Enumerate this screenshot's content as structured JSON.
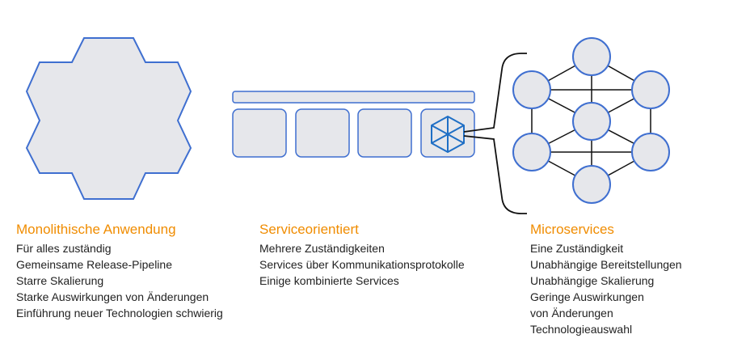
{
  "colors": {
    "accent": "#f08c00",
    "outline": "#3f6fd0",
    "fill": "#e6e7eb",
    "icon": "#1f6fc5",
    "text": "#222222"
  },
  "monolith": {
    "title": "Monolithische Anwendung",
    "lines": [
      "Für alles zuständig",
      "Gemeinsame Release-Pipeline",
      "Starre Skalierung",
      "Starke Auswirkungen von Änderungen",
      "Einführung neuer Technologien schwierig"
    ]
  },
  "soa": {
    "title": "Serviceorientiert",
    "lines": [
      "Mehrere Zuständigkeiten",
      "Services über Kommunikationsprotokolle",
      "Einige kombinierte Services"
    ]
  },
  "microservices": {
    "title": "Microservices",
    "lines": [
      "Eine Zuständigkeit",
      "Unabhängige Bereitstellungen",
      "Unabhängige Skalierung",
      "Geringe Auswirkungen",
      "von Änderungen",
      "Technologieauswahl"
    ]
  },
  "icons": {
    "service_icon": "cube-icon"
  }
}
